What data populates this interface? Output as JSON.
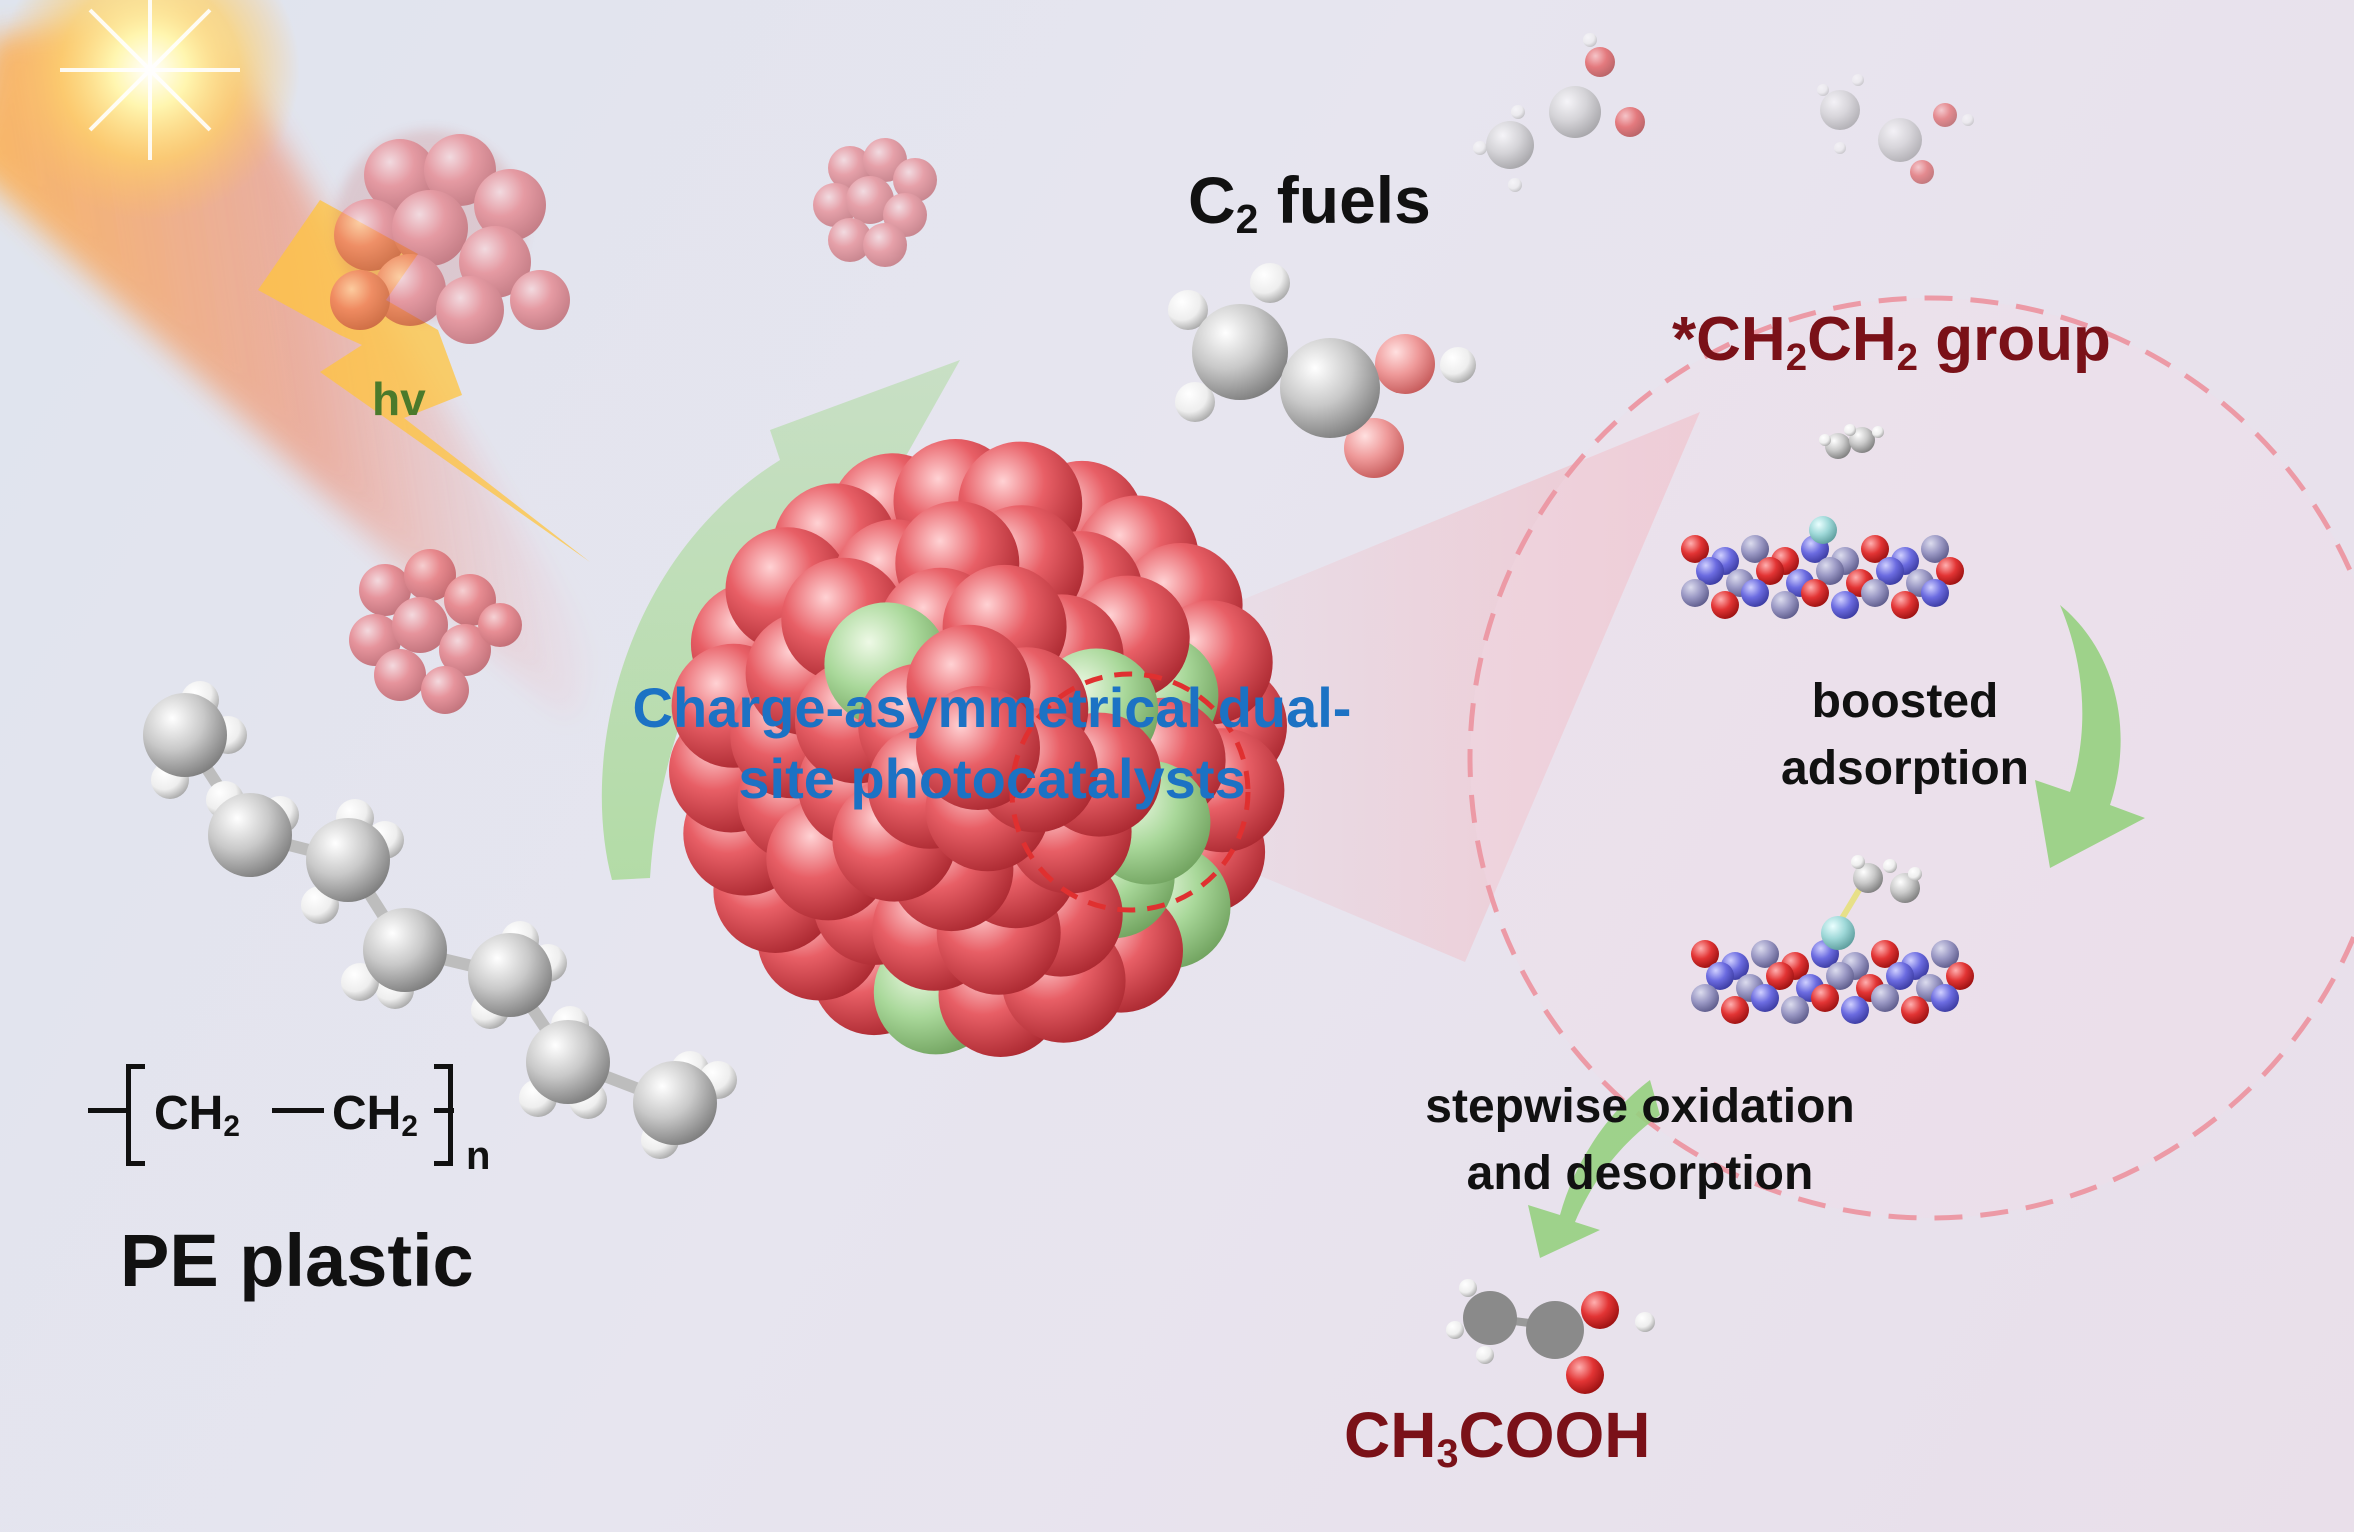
{
  "labels": {
    "hv": "hv",
    "c2_fuels": {
      "main": "C",
      "sub": "2",
      "rest": " fuels"
    },
    "adsorbed_group": {
      "a": "*CH",
      "s1": "2",
      "b": "CH",
      "s2": "2",
      "c": " group"
    },
    "catalyst": "Charge-asymmetrical dual-site photocatalysts",
    "boosted_adsorption": "boosted adsorption",
    "stepwise_oxidation": "stepwise oxidation and desorption",
    "acetic_acid": {
      "a": "CH",
      "s": "3",
      "b": "COOH"
    },
    "pe_plastic": "PE plastic",
    "pe_formula": {
      "ch2_left": "CH",
      "ch2_right": "CH",
      "sub": "2",
      "n": "n"
    }
  },
  "colors": {
    "cluster_red": "#e5555c",
    "cluster_green": "#a9d89a",
    "carbon_gray": "#c4c4c4",
    "oxygen_red": "#e23a3a",
    "nitrogen_blue": "#6b6be0",
    "sun_glow": "#ffcf5a",
    "catalyst_text": "#1c72c4",
    "label_dark_red": "#7a1118",
    "arrow_green": "#9fd48a"
  }
}
